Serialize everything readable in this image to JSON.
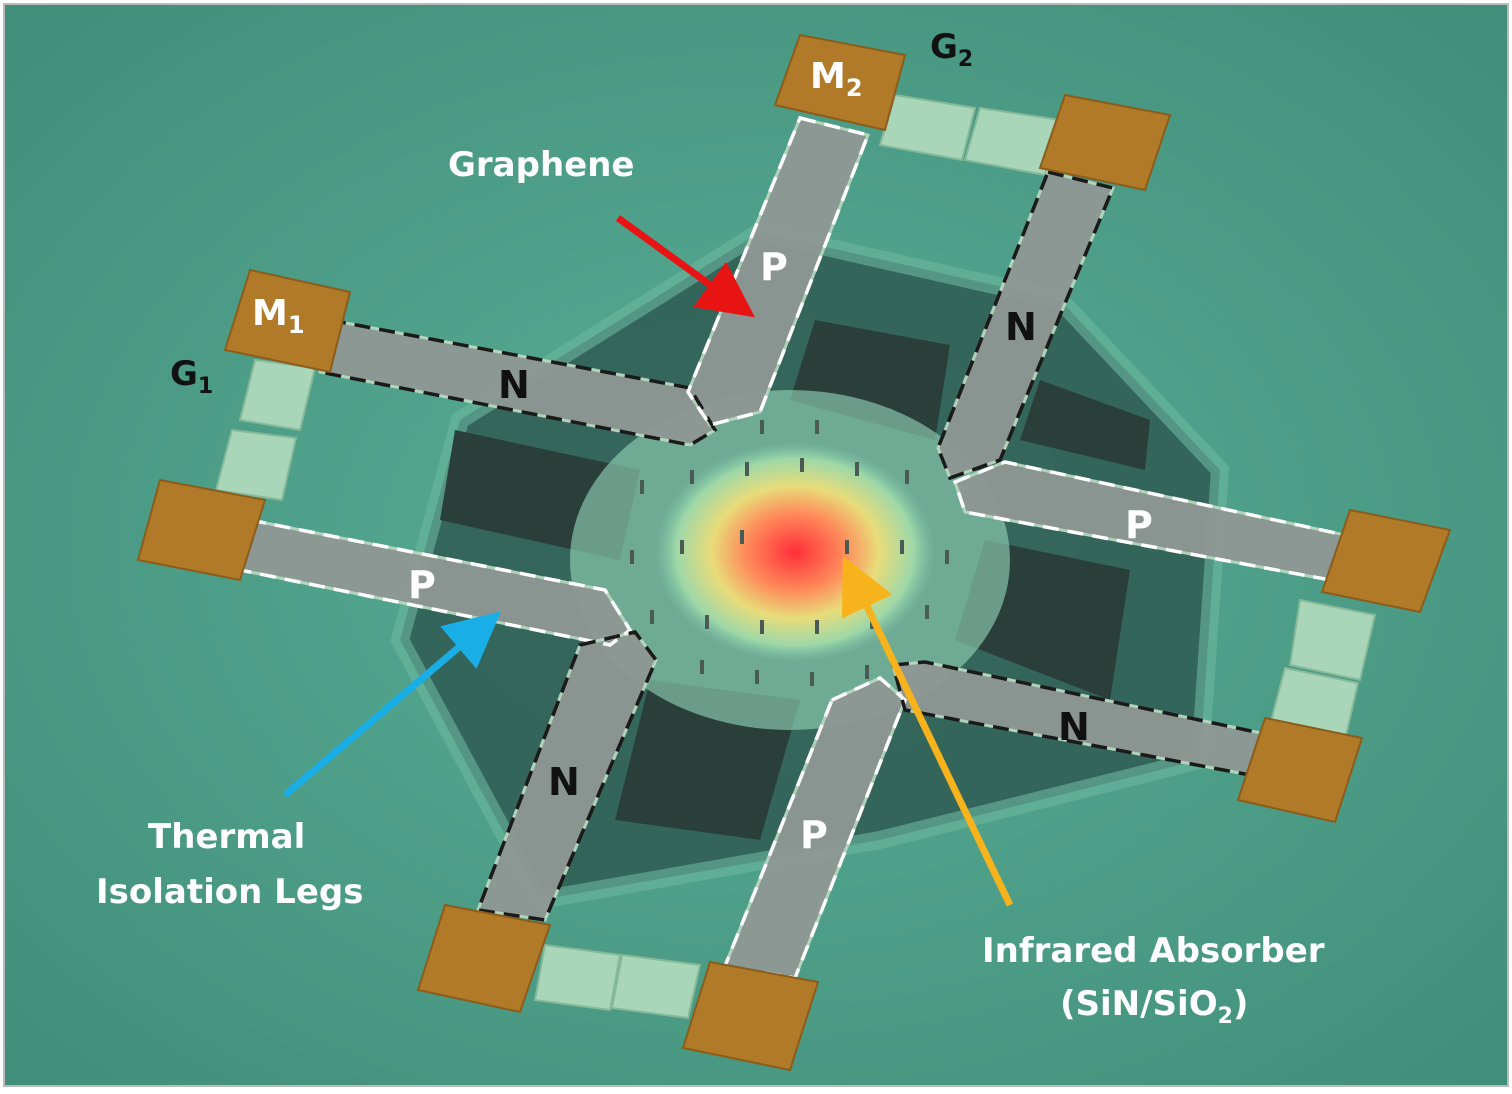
{
  "figure": {
    "pads": {
      "m1": {
        "main": "M",
        "sub": "1"
      },
      "m2": {
        "main": "M",
        "sub": "2"
      }
    },
    "gates": {
      "g1": {
        "main": "G",
        "sub": "1"
      },
      "g2": {
        "main": "G",
        "sub": "2"
      }
    },
    "legs": {
      "upper_left": "N",
      "upper_center": "P",
      "upper_right": "N",
      "right": "P",
      "left": "P",
      "lower_left": "N",
      "lower_center": "P",
      "lower_right": "N"
    },
    "callouts": {
      "graphene": "Graphene",
      "thermal_line1": "Thermal",
      "thermal_line2": "Isolation Legs",
      "absorber_line1": "Infrared Absorber",
      "absorber_line2_pre": "(SiN/SiO",
      "absorber_line2_sub": "2",
      "absorber_line2_post": ")"
    },
    "colors": {
      "substrate": "#4c9c85",
      "pad": "#b07a28",
      "leg": "#8a9590",
      "hot_center": "#ff3b3b",
      "graphene_arrow": "#e81414",
      "thermal_arrow": "#19aee6",
      "absorber_arrow": "#f7b31c"
    }
  }
}
